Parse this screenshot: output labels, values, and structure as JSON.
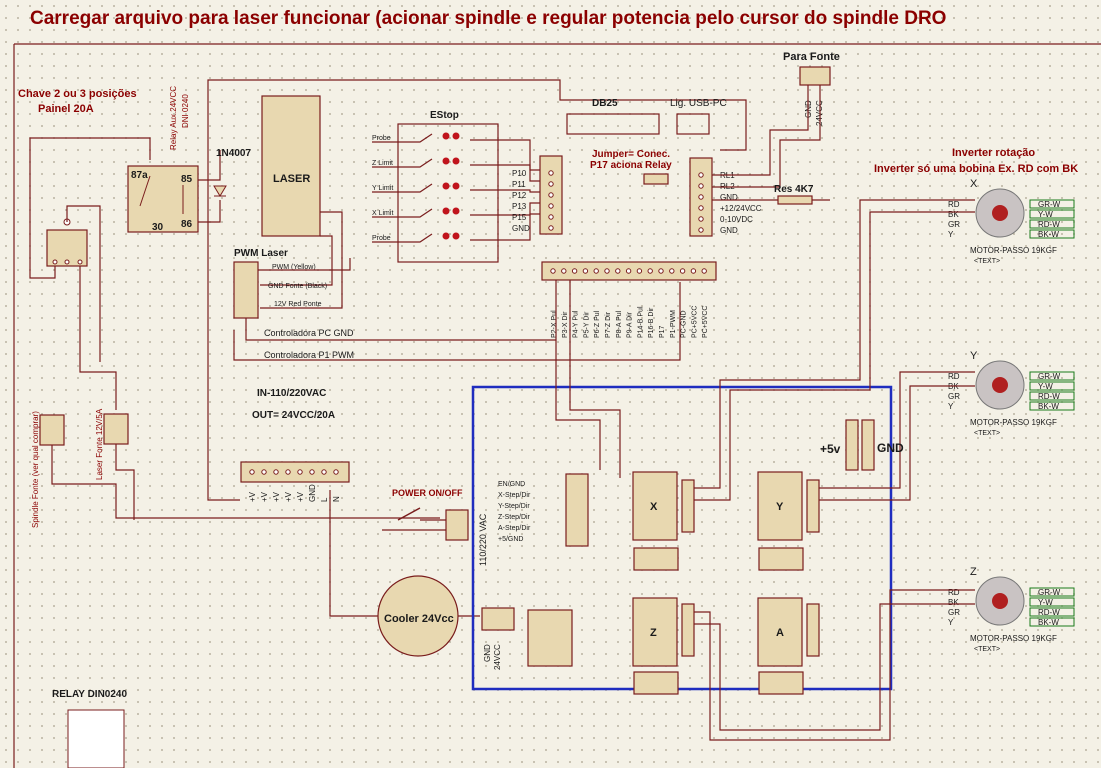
{
  "title": "Carregar arquivo para laser funcionar  (acionar spindle e regular potencia pelo cursor do spindle DRO",
  "labels": {
    "chave": "Chave 2 ou 3 posições",
    "painel": "Painel 20A",
    "relay_aux": "Relay Aux.24VCC",
    "relay_din": "DNI 0240",
    "diode": "1N4007",
    "laser": "LASER",
    "estop": "EStop",
    "db25": "DB25",
    "usb": "Lig. USB-PC",
    "para_fonte": "Para Fonte",
    "jumper1": "Jumper= Conec.",
    "jumper2": "P17 aciona Relay",
    "res": "Res 4K7",
    "inverter1": "Inverter rotação",
    "inverter2": "Inverter só uma bobina Ex. RD com BK",
    "pwm_laser": "PWM Laser",
    "pwm_yellow": "PWM (Yellow)",
    "gnd_fonte": "GND Fonte (Black)",
    "red_ponte": "12V Red Ponte",
    "ctrl_gnd": "Controladora PC GND",
    "ctrl_pwm": "Controladora P1 PWM",
    "in_vac": "IN-110/220VAC",
    "out_vcc": "OUT= 24VCC/20A",
    "power": "POWER ON/OFF",
    "vac": "110/220 VAC",
    "cooler": "Cooler 24Vcc",
    "gnd": "GND",
    "v24": "24VCC",
    "plus5": "+5v",
    "gnd_big": "GND",
    "relay_din0240": "RELAY DIN0240",
    "spindle_fonte": "Spindle Fonte (ver qual comprar)",
    "laser_fonte": "Laser Fonte 12V/5A",
    "motor_name": "MOTOR-PASSO 19KGF",
    "motor_text": "<TEXT>",
    "axis_x": "X",
    "axis_y": "Y",
    "axis_z": "Z",
    "drv_x": "X",
    "drv_y": "Y",
    "drv_z": "Z",
    "drv_a": "A",
    "lbl_87a": "87a",
    "lbl_85": "85",
    "lbl_30": "30",
    "lbl_86": "86"
  },
  "estop_pins": [
    "Probe",
    "Z Limit",
    "Y Limit",
    "X Limit",
    "Probe"
  ],
  "estop_conn": [
    "P10",
    "P11",
    "P12",
    "P13",
    "P15",
    "GND"
  ],
  "relay_conn": [
    "RL1",
    "RL2",
    "GND",
    "+12/24VCC",
    "0-10VDC",
    "GND"
  ],
  "psu_pins": [
    "+V",
    "+V",
    "+V",
    "+V",
    "+V",
    "GND",
    "L",
    "N"
  ],
  "db_pins": [
    "P2-X Pul",
    "P3-X Dir",
    "P4-Y Pul",
    "P5-Y Dir",
    "P6-Z Pul",
    "P7-Z Dir",
    "P8-A Pul",
    "P9-A Dir",
    "P14-B Pul",
    "P16-B Dir",
    "P17",
    "P1-PWM",
    "PC-GND",
    "PC+5VCC",
    "PC+5VCC"
  ],
  "board_pins": [
    "EN/GND",
    "X-Step/Dir",
    "Y-Step/Dir",
    "Z-Step/Dir",
    "A-Step/Dir",
    "+5/GND"
  ],
  "motor_left": [
    "RD",
    "BK",
    "GR",
    "Y"
  ],
  "motor_right": [
    "GR-W",
    "Y-W",
    "RD-W",
    "BK-W"
  ],
  "colors": {
    "accent": "#8b0000",
    "wire": "#7a1d1d",
    "box": "#1f2dbf",
    "component": "#e8d8b0"
  }
}
